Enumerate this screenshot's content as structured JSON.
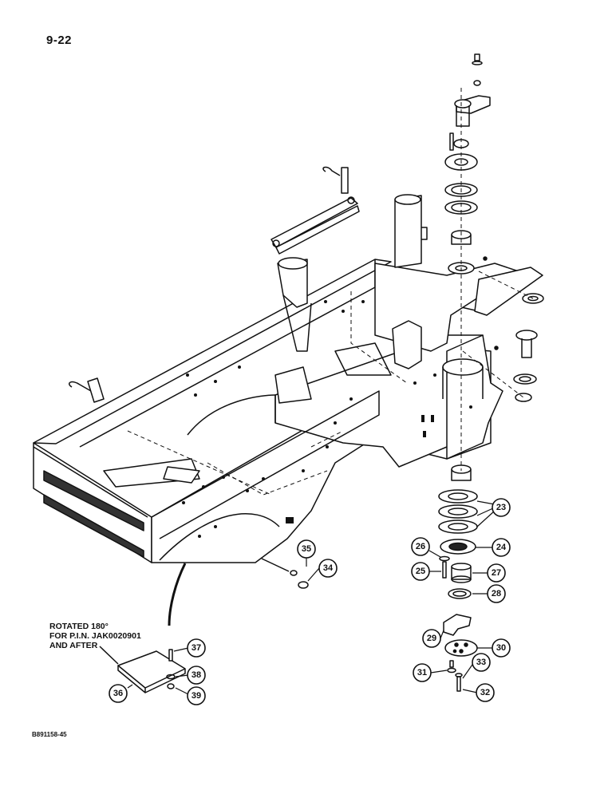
{
  "header": {
    "page_number": "9-22"
  },
  "note": {
    "text": "ROTATED 180°\nFOR P.I.N. JAK0020901\nAND AFTER"
  },
  "figure": {
    "reference": "B891158-45"
  },
  "callouts": [
    "23",
    "24",
    "25",
    "26",
    "27",
    "28",
    "29",
    "30",
    "31",
    "32",
    "33",
    "34",
    "35",
    "36",
    "37",
    "38",
    "39"
  ]
}
